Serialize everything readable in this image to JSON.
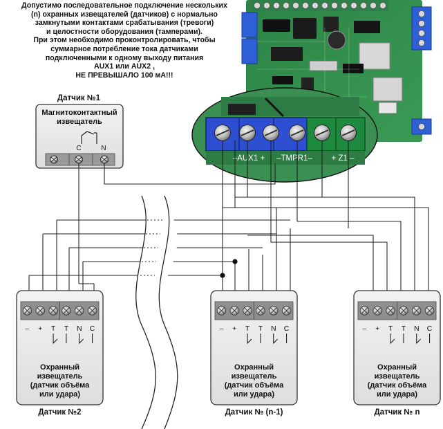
{
  "note": {
    "lines": [
      "Допустимо последовательное подключение нескольких",
      "(n) охранных извещателей (датчиков) с нормально",
      "замкнутыми контактами срабатывания (тревоги)",
      "и целостности оборудования (тамперами).",
      "При этом необходимо проконтролировать, чтобы",
      "суммарное потребление тока датчиками",
      "подключенными к одному выходу питания",
      "AUX1 или  AUX2 ,",
      "НЕ ПРЕВЫШАЛО 100 мА!!!"
    ]
  },
  "board": {
    "terminal_labels": [
      "–AUX1 +",
      "–TMPR1–",
      "+ Z1 –"
    ]
  },
  "sensor1": {
    "caption": "Датчик №1",
    "title_line1": "Магнитоконтактный",
    "title_line2": "извещатель",
    "contact_c": "C",
    "contact_n": "N"
  },
  "detectors": [
    {
      "caption": "Датчик №2"
    },
    {
      "caption": "Датчик № (n-1)"
    },
    {
      "caption": "Датчик № n"
    }
  ],
  "detector_common": {
    "pin_labels": [
      "–",
      "+",
      "T",
      "T",
      "N",
      "C"
    ],
    "name_line1": "Охранный",
    "name_line2": "извещатель",
    "name_line3": "(датчик объёма",
    "name_line4": "или удара)"
  },
  "colors": {
    "pcb": "#2f8a48",
    "terminal_blue": "#2e4fd1",
    "terminal_green": "#1e8a3e",
    "wire": "#222222",
    "box_fill": "#e9e9e9",
    "terminal_strip": "#8f8f8f"
  }
}
